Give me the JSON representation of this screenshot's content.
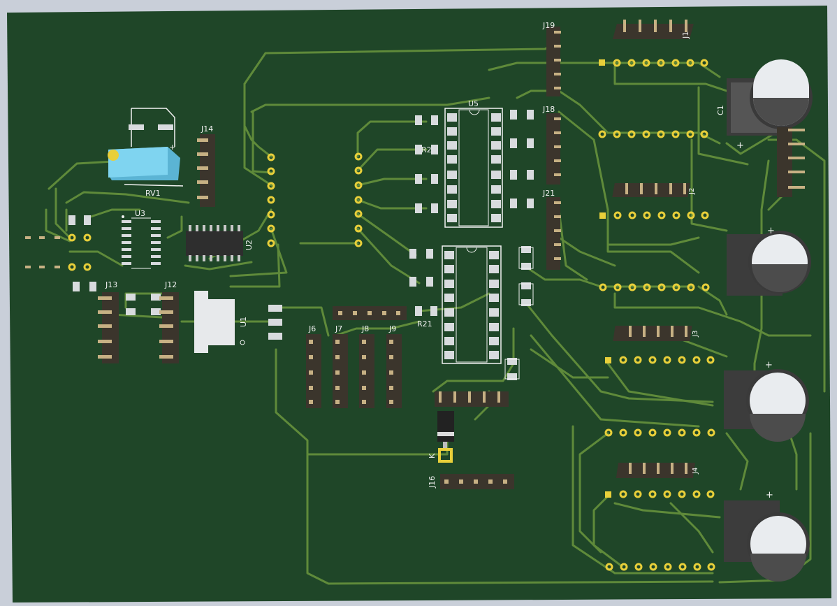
{
  "view": {
    "background": "#c9cfd9",
    "board_color": "#1f4628",
    "trace_color": "#5f8a3a",
    "silk_color": "#f2f2f2",
    "pad_gold": "#e8cf3a",
    "smd_pad": "#d8dbde",
    "header_body": "#3b352c",
    "header_pin": "#c7b184",
    "cap_can": "#e9ecef",
    "cap_dark": "#4c4c4c",
    "trimmer_blue": "#7fd4f0"
  },
  "labels": {
    "j19": "J19",
    "j1": "J1",
    "c1": "C1",
    "u5": "U5",
    "j14": "J14",
    "j18": "J18",
    "r2": "R2",
    "rv1": "RV1",
    "u3": "U3",
    "u2": "U2",
    "j21": "J21",
    "j2": "J2",
    "j13": "J13",
    "j12": "J12",
    "u1": "U1",
    "r21": "R21",
    "j6": "J6",
    "j7": "J7",
    "j8": "J8",
    "j9": "J9",
    "j3": "J3",
    "k": "K",
    "j16": "J16",
    "j4": "J4",
    "plus": "+"
  }
}
